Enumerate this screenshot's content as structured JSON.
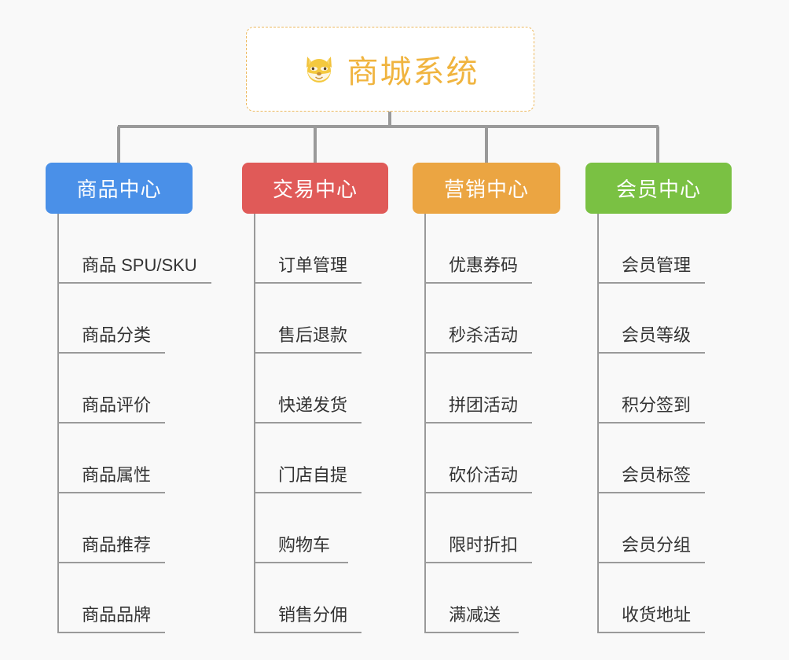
{
  "page": {
    "title": "商城系统",
    "background_color": "#f9f9f9",
    "type": "organization-tree-diagram"
  },
  "root": {
    "label": "商城系统",
    "icon": "shiba-dog-face-icon",
    "text_color": "#f0b43f",
    "border_color": "#edb95e",
    "background_color": "#ffffff"
  },
  "connector": {
    "color": "#9a9a9a"
  },
  "branches": [
    {
      "label": "商品中心",
      "color": "#4a90e8",
      "items": [
        "商品 SPU/SKU",
        "商品分类",
        "商品评价",
        "商品属性",
        "商品推荐",
        "商品品牌"
      ]
    },
    {
      "label": "交易中心",
      "color": "#e05a58",
      "items": [
        "订单管理",
        "售后退款",
        "快递发货",
        "门店自提",
        "购物车",
        "销售分佣"
      ]
    },
    {
      "label": "营销中心",
      "color": "#eba542",
      "items": [
        "优惠券码",
        "秒杀活动",
        "拼团活动",
        "砍价活动",
        "限时折扣",
        "满减送"
      ]
    },
    {
      "label": "会员中心",
      "color": "#7ac143",
      "items": [
        "会员管理",
        "会员等级",
        "积分签到",
        "会员标签",
        "会员分组",
        "收货地址"
      ]
    }
  ]
}
